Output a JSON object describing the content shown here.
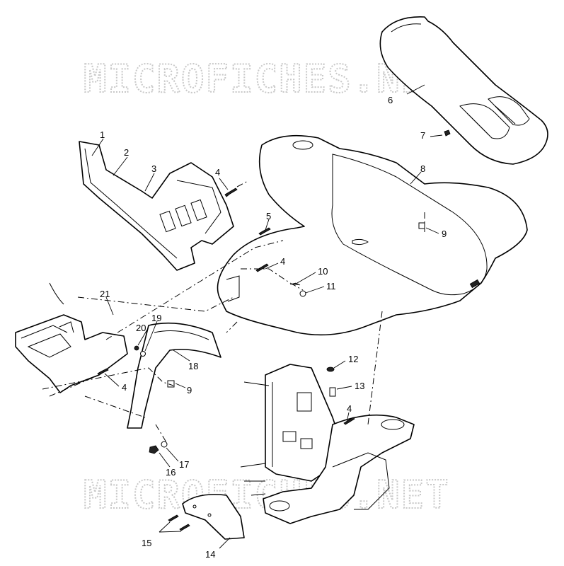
{
  "watermark": {
    "text_top": "MICROFICHES.NET",
    "text_bottom": "MICROFICHES.NET"
  },
  "callouts": {
    "c1": "1",
    "c2": "2",
    "c3": "3",
    "c4a": "4",
    "c4b": "4",
    "c4c": "4",
    "c4d": "4",
    "c5": "5",
    "c6": "6",
    "c7": "7",
    "c8": "8",
    "c9a": "9",
    "c9b": "9",
    "c10": "10",
    "c11": "11",
    "c12": "12",
    "c13": "13",
    "c14": "14",
    "c15": "15",
    "c16": "16",
    "c17": "17",
    "c18": "18",
    "c19": "19",
    "c20": "20",
    "c21": "21"
  }
}
